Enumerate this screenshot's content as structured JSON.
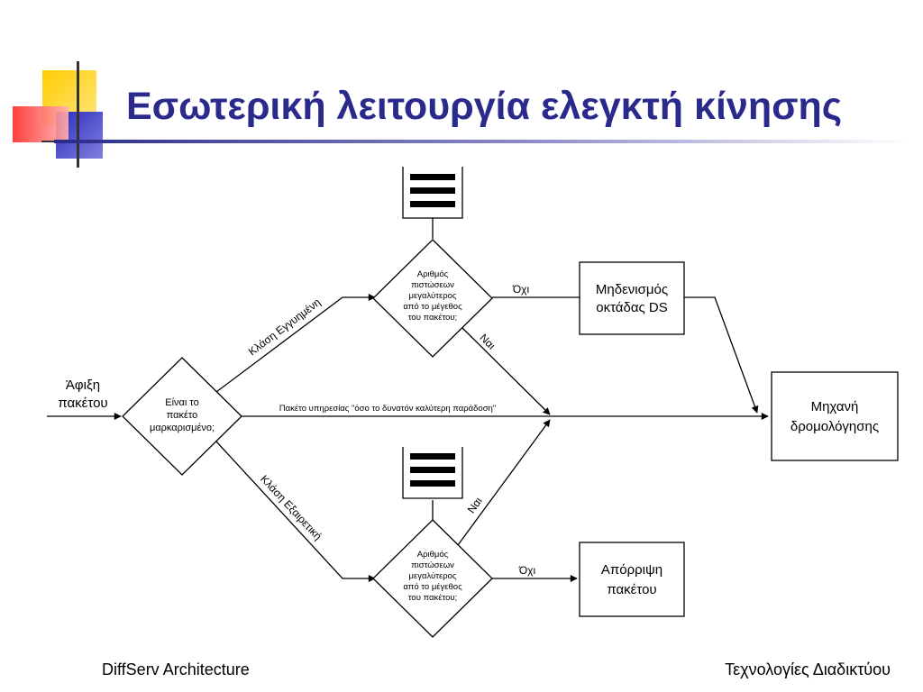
{
  "slide": {
    "title": "Εσωτερική λειτουργία ελεγκτή κίνησης",
    "footer_left": "DiffServ Architecture",
    "footer_right": "Τεχνολογίες Διαδικτύου",
    "colors": {
      "title": "#2a2a8c",
      "deco_yellow": "#ffcc00",
      "deco_red": "#ff3b3b",
      "deco_blue": "#3333cc"
    }
  },
  "diagram": {
    "arrival": {
      "line1": "Άφιξη",
      "line2": "πακέτου"
    },
    "marked_decision": {
      "line1": "Είναι το",
      "line2": "πακέτο",
      "line3": "μαρκαρισμένο;"
    },
    "credit_check_top": {
      "line1": "Αριθμός",
      "line2": "πιστώσεων",
      "line3": "μεγαλύτερος",
      "line4": "από το μέγεθος",
      "line5": "του πακέτου;"
    },
    "credit_check_bottom": {
      "line1": "Αριθμός",
      "line2": "πιστώσεων",
      "line3": "μεγαλύτερος",
      "line4": "από το μέγεθος",
      "line5": "του πακέτου;"
    },
    "reset_box": {
      "line1": "Μηδενισμός",
      "line2": "οκτάδας DS"
    },
    "router_box": {
      "line1": "Μηχανή",
      "line2": "δρομολόγησης"
    },
    "drop_box": {
      "line1": "Απόρριψη",
      "line2": "πακέτου"
    },
    "labels": {
      "guaranteed_class": "Κλάση Εγγυημένη",
      "excellent_class": "Κλάση Εξαιρετική",
      "best_effort": "Πακέτο υπηρεσίας \"όσο το δυνατόν καλύτερη παράδοση\"",
      "no_top": "Όχι",
      "yes_top": "Ναι",
      "no_bottom": "Όχι",
      "yes_bottom": "Ναι"
    }
  }
}
